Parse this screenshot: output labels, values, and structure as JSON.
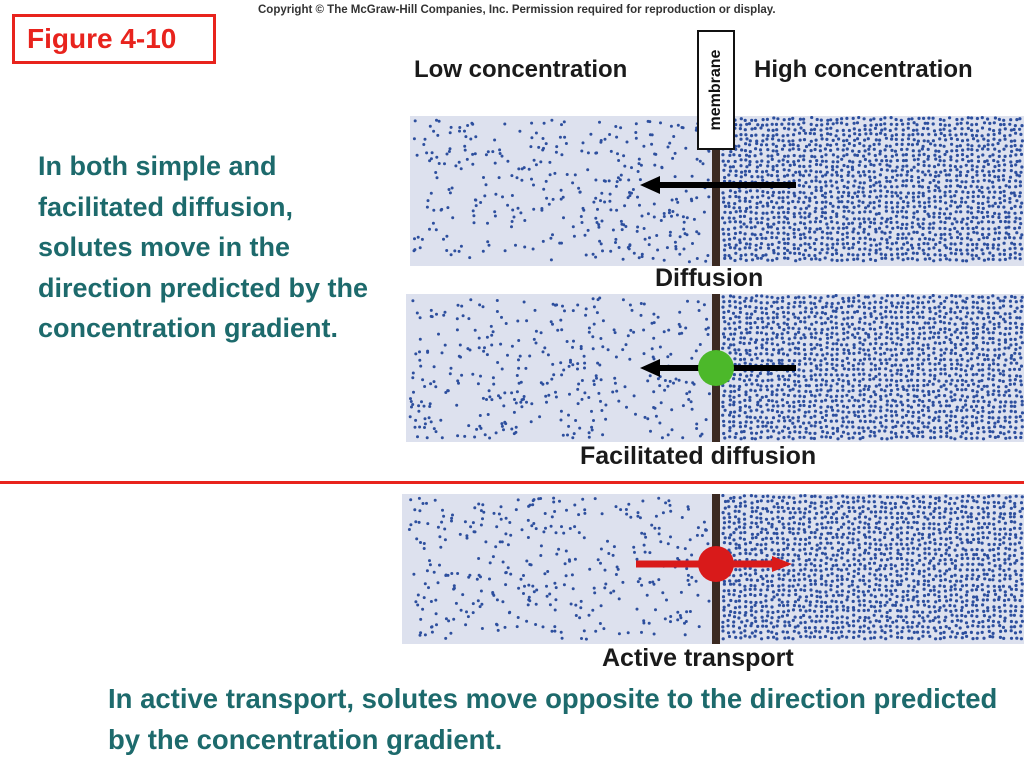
{
  "copyright": "Copyright © The McGraw-Hill Companies, Inc. Permission required for reproduction or display.",
  "figure_label": "Figure 4-10",
  "headers": {
    "low": "Low concentration",
    "high": "High concentration",
    "membrane": "membrane"
  },
  "panels": [
    {
      "caption": "Diffusion",
      "direction": "high-to-low",
      "carrier": false,
      "carrier_color": "",
      "arrow_color": "#000000"
    },
    {
      "caption": "Facilitated diffusion",
      "direction": "high-to-low",
      "carrier": true,
      "carrier_color": "#4cb82a",
      "arrow_color": "#000000"
    },
    {
      "caption": "Active transport",
      "direction": "low-to-high",
      "carrier": true,
      "carrier_color": "#d91a1a",
      "arrow_color": "#d91a1a"
    }
  ],
  "side_text": "In both simple and facilitated diffusion, solutes move in the direction predicted by the concentration gradient.",
  "bottom_text": "In active transport, solutes move opposite to the direction predicted by the concentration gradient.",
  "colors": {
    "accent_red": "#e8231d",
    "text_teal": "#1d6a6c",
    "solution_bg": "#dde1ee",
    "solute_dot": "#2d4f9e",
    "membrane": "#3b2a22"
  }
}
